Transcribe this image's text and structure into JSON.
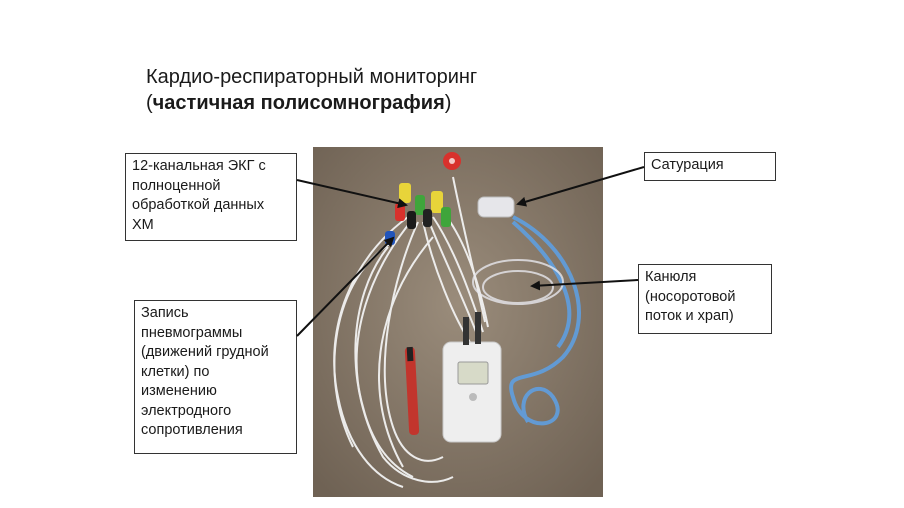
{
  "title": {
    "line1": "Кардио-респираторный мониторинг",
    "line2_open": "(",
    "line2_bold": "частичная полисомнография",
    "line2_close": ")"
  },
  "callouts": {
    "ecg": [
      "12-канальная ЭКГ с",
      "полноценной",
      "обработкой данных",
      "ХМ"
    ],
    "pneumo": [
      "Запись",
      "пневмограммы",
      "(движений грудной",
      "клетки) по",
      "изменению",
      "электродного",
      "сопротивления"
    ],
    "saturation": [
      "Сатурация"
    ],
    "cannula": [
      "Канюля",
      "(носоротовой",
      "поток и храп)"
    ]
  },
  "colors": {
    "background_photo": "#8c7d6c",
    "lead_yellow": "#e8d43a",
    "lead_red": "#d8312c",
    "lead_green": "#3fa53b",
    "tube_blue": "#5f9fe0"
  }
}
